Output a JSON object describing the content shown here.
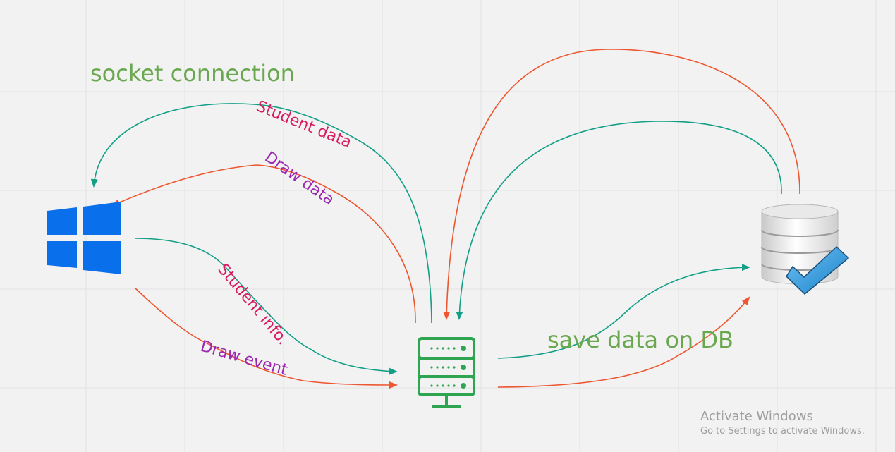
{
  "diagram": {
    "title": "socket connection",
    "db_label": "save data on DB",
    "edges": {
      "student_data": "Student data",
      "draw_data": "Draw data",
      "student_info": "Student info.",
      "draw_event": "Draw event"
    },
    "colors": {
      "teal": "#139f86",
      "red": "#ee5630",
      "green_text": "#6aa84f",
      "pink_text": "#d81b60",
      "purple_text": "#9c27b0",
      "windows_blue": "#0a6fea",
      "server_green": "#2fa552"
    },
    "icons": [
      "windows-logo-icon",
      "server-icon",
      "database-check-icon"
    ]
  },
  "watermark": {
    "title": "Activate Windows",
    "subtitle": "Go to Settings to activate Windows."
  }
}
